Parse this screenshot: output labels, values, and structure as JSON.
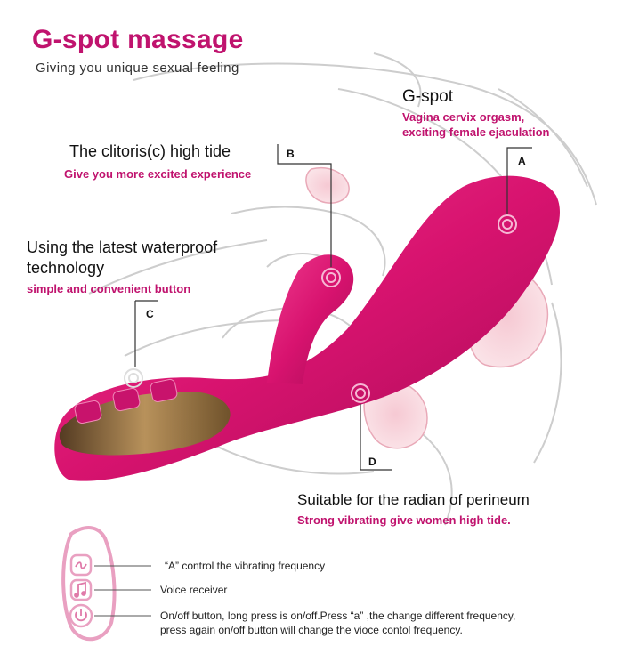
{
  "header": {
    "title": "G-spot massage",
    "subtitle": "Giving you unique sexual feeling"
  },
  "callouts": {
    "gspot": {
      "heading": "G-spot",
      "line1": "Vagina cervix orgasm,",
      "line2": "exciting female ejaculation",
      "letter": "A"
    },
    "clitoris": {
      "heading": "The clitoris(c) high tide",
      "detail": "Give you more excited experience",
      "letter": "B"
    },
    "waterproof": {
      "heading1": "Using the latest waterproof",
      "heading2": "technology",
      "detail": "simple and convenient button",
      "letter": "C"
    },
    "perineum": {
      "heading": "Suitable for the radian of perineum",
      "detail": "Strong vibrating give women  high tide.",
      "letter": "D"
    }
  },
  "legend": {
    "items": [
      {
        "text": "“A”   control the vibrating frequency",
        "icon": "wave-icon"
      },
      {
        "text": "Voice receiver",
        "icon": "music-note-icon"
      },
      {
        "line1": "On/off button, long press is on/off.Press  “a”  ,the change different frequency,",
        "line2": "press again on/off button will change the vioce contol frequency.",
        "icon": "power-icon"
      }
    ]
  },
  "colors": {
    "accent": "#c0136e",
    "device": "#d8136f",
    "sketch": "#c9c9c9",
    "gold": "#a98a4a"
  }
}
